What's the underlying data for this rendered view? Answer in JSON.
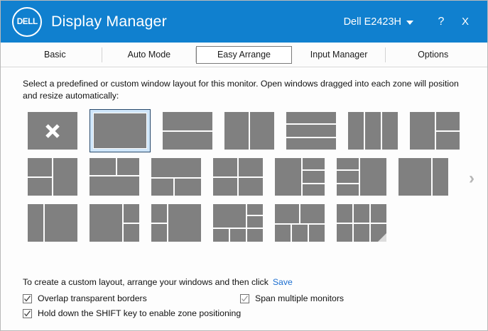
{
  "window": {
    "app_title": "Display Manager",
    "logo_text": "DELL",
    "logo_icon": "dell-logo-icon",
    "monitor_label": "Dell E2423H",
    "caret_icon": "chevron-down-icon",
    "help_label": "?",
    "close_label": "X",
    "header_color": "#1080cf"
  },
  "tabs": [
    {
      "label": "Basic",
      "active": false
    },
    {
      "label": "Auto Mode",
      "active": false
    },
    {
      "label": "Easy Arrange",
      "active": true
    },
    {
      "label": "Input Manager",
      "active": false
    },
    {
      "label": "Options",
      "active": false
    }
  ],
  "instructions": {
    "text": "Select a predefined or custom window layout for this monitor.  Open windows dragged into each zone will position and resize automatically:"
  },
  "layouts": {
    "selected_index": 1,
    "next_arrow": "›",
    "cell_color": "#808080",
    "selection_border_color": "#26486b",
    "selection_fill_color": "#cfe6fa",
    "items": [
      {
        "id": "layout-none",
        "name": "none-x",
        "row": 1
      },
      {
        "id": "layout-single",
        "name": "single-zone",
        "row": 1
      },
      {
        "id": "layout-2-rows",
        "name": "two-rows",
        "row": 1
      },
      {
        "id": "layout-2-cols",
        "name": "two-columns",
        "row": 1
      },
      {
        "id": "layout-3-rows",
        "name": "three-rows",
        "row": 1
      },
      {
        "id": "layout-3-cols",
        "name": "three-columns",
        "row": 1
      },
      {
        "id": "layout-left-2right",
        "name": "left-plus-two-right",
        "row": 1
      },
      {
        "id": "layout-2left-right",
        "name": "two-left-plus-right",
        "row": 2
      },
      {
        "id": "layout-2top-bottom",
        "name": "two-top-plus-bottom",
        "row": 2
      },
      {
        "id": "layout-top-2bottom",
        "name": "top-plus-two-bottom",
        "row": 2
      },
      {
        "id": "layout-2x2",
        "name": "two-by-two-grid",
        "row": 2
      },
      {
        "id": "layout-left-3right",
        "name": "left-plus-three-right",
        "row": 2
      },
      {
        "id": "layout-3left-right",
        "name": "three-left-plus-right",
        "row": 2
      },
      {
        "id": "layout-2cols-uneven",
        "name": "two-columns-uneven",
        "row": 2
      },
      {
        "id": "layout-narrow-wide",
        "name": "narrow-left-wide-right",
        "row": 3
      },
      {
        "id": "layout-big-2right",
        "name": "big-left-two-right",
        "row": 3
      },
      {
        "id": "layout-2left-big",
        "name": "two-left-big-right",
        "row": 3
      },
      {
        "id": "layout-complex-a",
        "name": "complex-six-zone",
        "row": 3
      },
      {
        "id": "layout-2top-3bottom",
        "name": "two-top-three-bottom",
        "row": 3
      },
      {
        "id": "layout-3x2",
        "name": "three-by-two-grid",
        "row": 3
      }
    ]
  },
  "footer": {
    "save_prefix": "To create a custom layout, arrange your windows and then click",
    "save_link": "Save",
    "save_link_color": "#1d6fd0",
    "options": [
      {
        "label": "Overlap transparent borders",
        "checked": true
      },
      {
        "label": "Span multiple monitors",
        "checked": true
      },
      {
        "label": "Hold down the SHIFT key to enable zone positioning",
        "checked": true
      }
    ]
  }
}
